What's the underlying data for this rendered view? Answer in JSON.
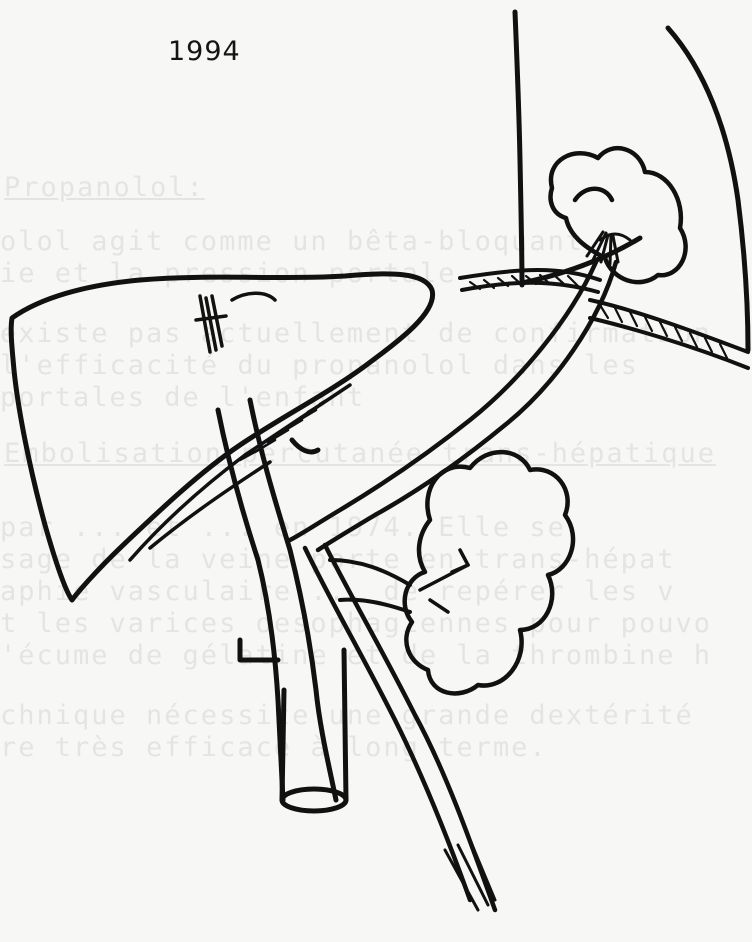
{
  "page_number": "1994",
  "bleed_through": {
    "heading_1": "Propanolol:",
    "line_1": "olol agit comme un bêta-bloquant",
    "line_2": "ie et la pression portale",
    "line_3": "existe pas actuellement de confirmation",
    "line_4": "l'efficacité du propanolol dans les",
    "line_5": "portales de l'enfant",
    "heading_2": "Embolisation percutanée trans-hépatique",
    "line_6": "par ... et ... en 1974. Elle se",
    "line_7": "sage de la veine porte en trans-hépat",
    "line_8": "aphie vasculaire ... de repérer les v",
    "line_9": "t les varices oesophagiennes pour pouvo",
    "line_10": "'écume de gélatine et de la thrombine h",
    "line_11": "chnique nécessite une grande dextérité",
    "line_12": "re très efficace à long terme."
  }
}
